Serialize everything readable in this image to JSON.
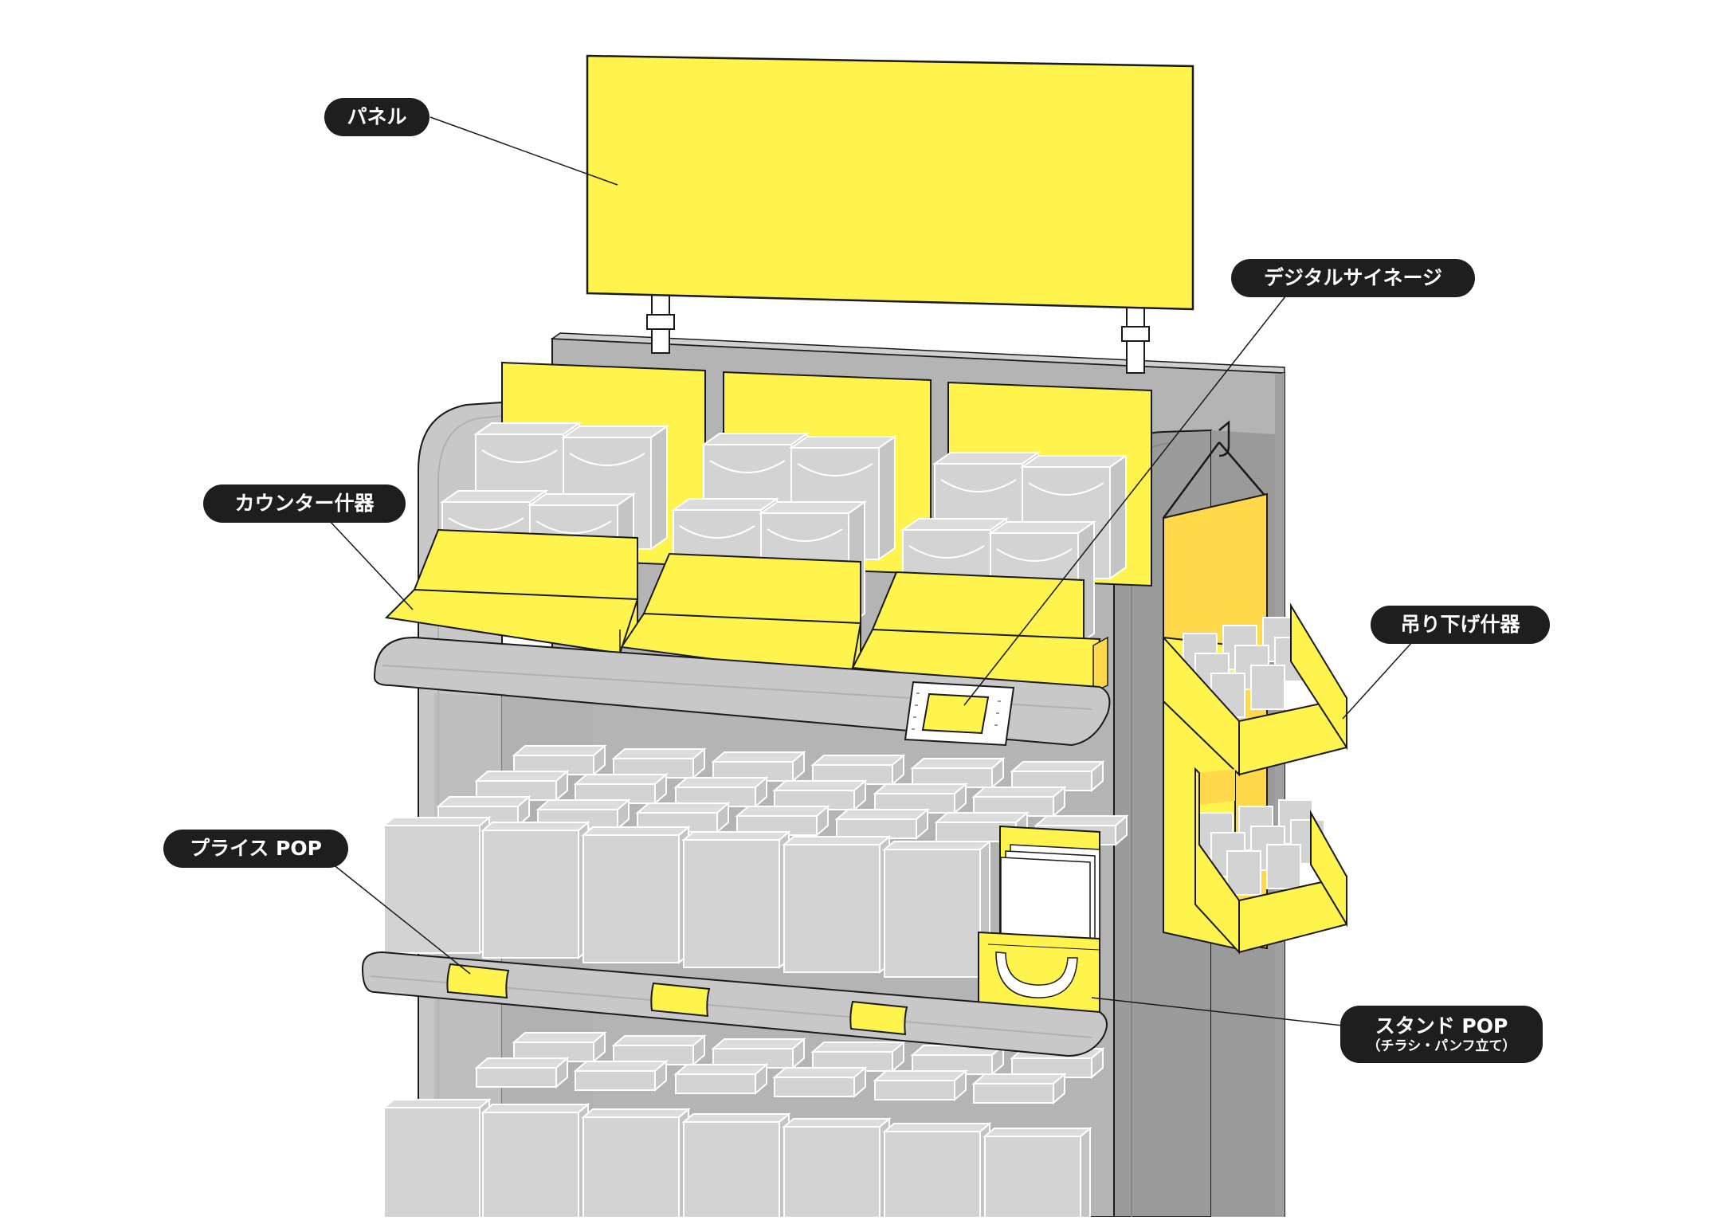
{
  "labels": {
    "panel": "パネル",
    "digital_signage": "デジタルサイネージ",
    "counter_fixture": "カウンター什器",
    "hanging_fixture": "吊り下げ什器",
    "price_pop": "プライス POP",
    "stand_pop": "スタンド POP",
    "stand_pop_sub": "（チラシ・パンフ立て）"
  },
  "colors": {
    "yellow": "#FFF34D",
    "yellow_dark": "#FFD94A",
    "gray_light": "#C8C8C8",
    "gray_mid": "#B4B4B4",
    "gray_dark": "#9B9B9B",
    "product_fill": "#D3D3D3",
    "label_bg": "#1E1E1E",
    "label_text": "#FFFFFF",
    "outline": "#1A1A1A"
  }
}
